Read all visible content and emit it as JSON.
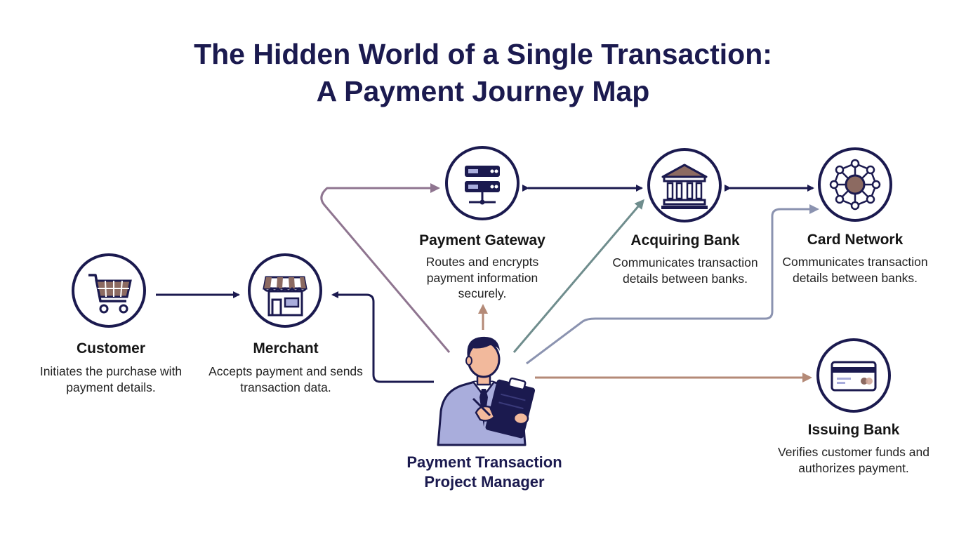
{
  "title": {
    "line1": "The Hidden World of a Single Transaction:",
    "line2": "A Payment Journey Map"
  },
  "nodes": {
    "customer": {
      "title": "Customer",
      "description": "Initiates the purchase with payment details.",
      "icon": "shopping-cart-icon"
    },
    "merchant": {
      "title": "Merchant",
      "description": "Accepts payment and sends transaction data.",
      "icon": "storefront-icon"
    },
    "gateway": {
      "title": "Payment Gateway",
      "description": "Routes and encrypts payment information securely.",
      "icon": "server-icon"
    },
    "acquiring": {
      "title": "Acquiring Bank",
      "description": "Communicates transaction details between banks.",
      "icon": "bank-icon"
    },
    "network": {
      "title": "Card Network",
      "description": "Communicates transaction details between banks.",
      "icon": "network-icon"
    },
    "issuing": {
      "title": "Issuing Bank",
      "description": "Verifies customer funds and authorizes payment.",
      "icon": "credit-card-icon"
    }
  },
  "manager": {
    "line1": "Payment Transaction",
    "line2": "Project Manager",
    "icon": "person-with-clipboard-icon"
  },
  "colors": {
    "navy": "#1b1a4f",
    "icon_brown": "#8c6a61",
    "arrow_mauve": "#8f7590",
    "arrow_teal": "#6f8d8d",
    "arrow_slate": "#8b93b0",
    "arrow_tan": "#b48a77",
    "person_shirt": "#a9addc"
  }
}
